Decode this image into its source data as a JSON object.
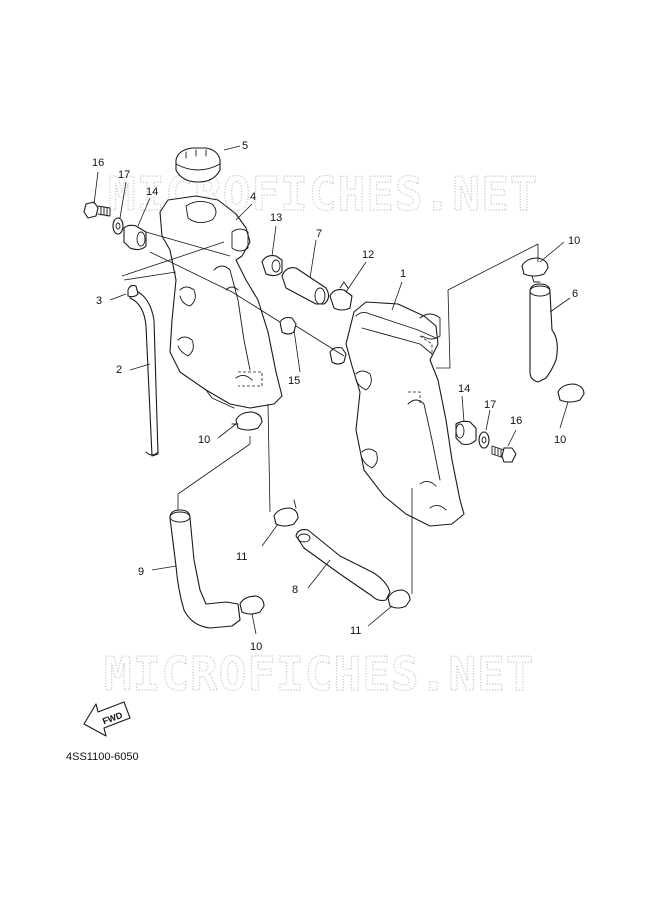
{
  "watermark": {
    "text_top": "MICROFICHES.NET",
    "text_bottom": "MICROFICHES.NET"
  },
  "fwd_label": "FWD",
  "diagram_code": "4SS1100-6050",
  "callouts": {
    "c1": "1",
    "c2": "2",
    "c3": "3",
    "c4": "4",
    "c5": "5",
    "c6": "6",
    "c7": "7",
    "c8": "8",
    "c9": "9",
    "c10a": "10",
    "c10b": "10",
    "c10c": "10",
    "c10d": "10",
    "c11a": "11",
    "c11b": "11",
    "c12": "12",
    "c13": "13",
    "c14a": "14",
    "c14b": "14",
    "c15": "15",
    "c16a": "16",
    "c16b": "16",
    "c17a": "17",
    "c17b": "17"
  },
  "colors": {
    "line": "#1a1a1a",
    "watermark": "#c8c8c8",
    "background": "#ffffff"
  }
}
